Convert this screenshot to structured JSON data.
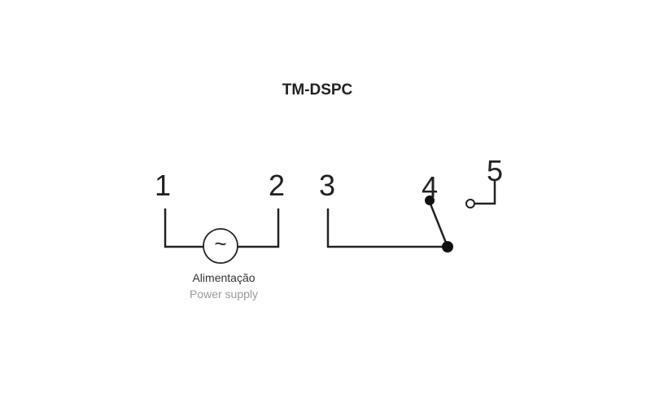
{
  "title": "TM-DSPC",
  "terminals": [
    "1",
    "2",
    "3",
    "4",
    "5"
  ],
  "supply_label_pt": "Alimentação",
  "supply_label_en": "Power supply",
  "ac_symbol": "~",
  "colors": {
    "line": "#222222",
    "secondary_text": "#999999"
  }
}
